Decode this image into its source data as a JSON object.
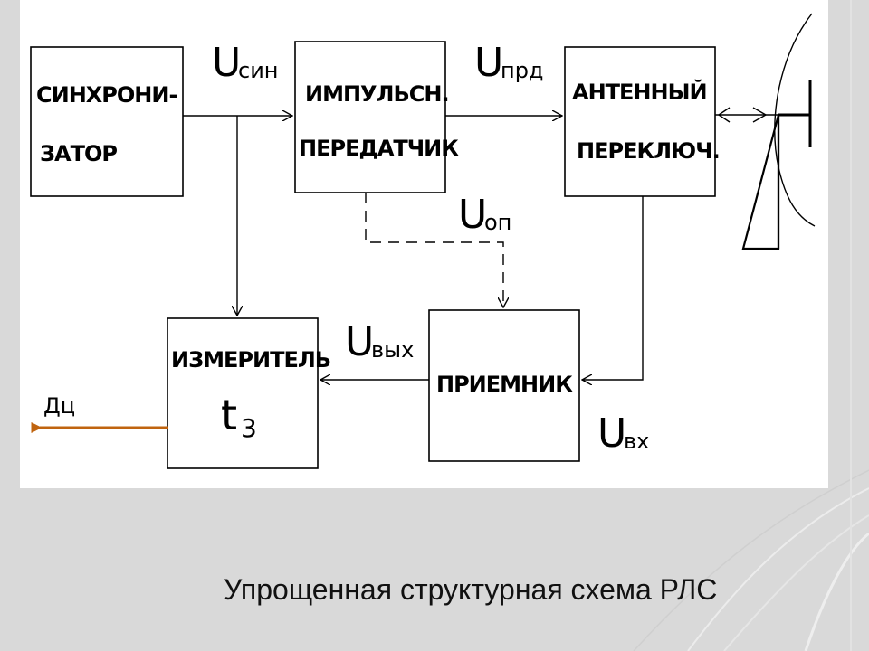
{
  "slide": {
    "background_color": "#d9d9d9",
    "caption": "Упрощенная структурная схема РЛС"
  },
  "diagram": {
    "blocks": {
      "synchronizer": {
        "line1": "СИНХРОНИ-",
        "line2": "ЗАТОР"
      },
      "transmitter": {
        "line1": "ИМПУЛЬСН.",
        "line2": "ПЕРЕДАТЧИК"
      },
      "antenna_switch": {
        "line1": "АНТЕННЫЙ",
        "line2": "ПЕРЕКЛЮЧ."
      },
      "receiver": {
        "label": "ПРИЕМНИК"
      },
      "meter": {
        "line1": "ИЗМЕРИТЕЛЬ",
        "symbol": "t",
        "subscript": "3"
      }
    },
    "signals": {
      "u_sin": {
        "main": "U",
        "sub": "син"
      },
      "u_prd": {
        "main": "U",
        "sub": "прд"
      },
      "u_op": {
        "main": "U",
        "sub": "оп"
      },
      "u_vykh": {
        "main": "U",
        "sub": "вых"
      },
      "u_vkh": {
        "main": "U",
        "sub": "вх"
      }
    },
    "output": {
      "label": "Дц",
      "arrow_color": "#c0640f"
    },
    "antenna": {
      "icon": "parabolic-antenna-icon"
    }
  }
}
